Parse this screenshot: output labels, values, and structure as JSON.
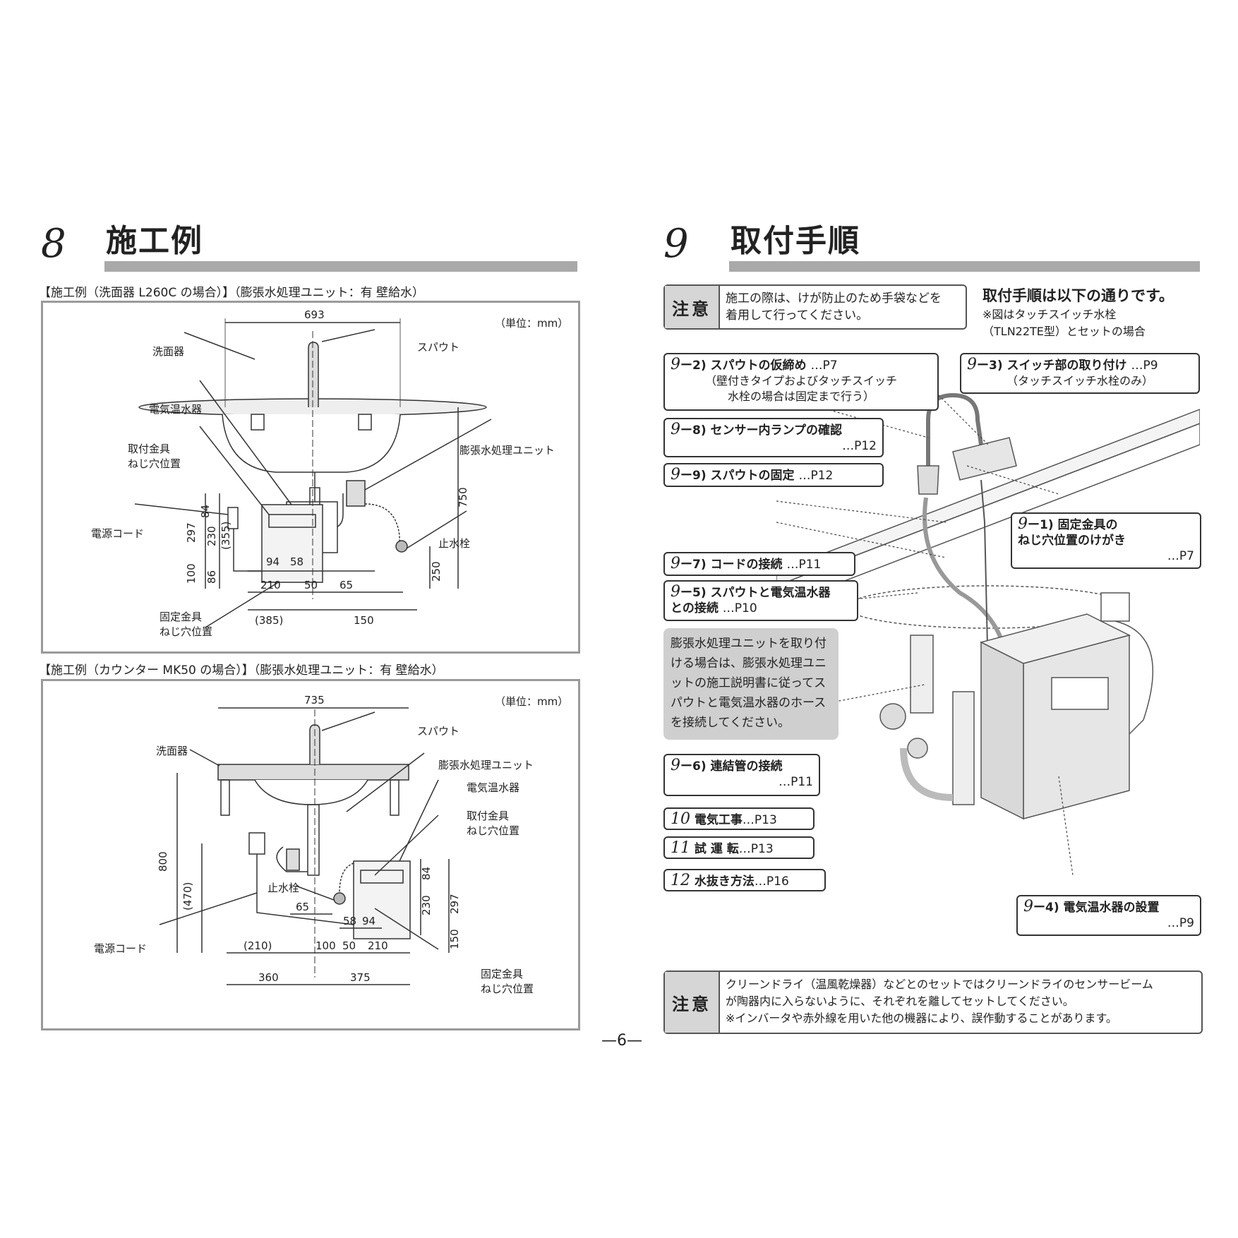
{
  "left": {
    "section_num": "8",
    "section_title": "施工例",
    "example1": {
      "caption": "【施工例（洗面器 L260C の場合）】（膨張水処理ユニット：有 壁給水）",
      "unit": "（単位：mm）",
      "labels": {
        "basin": "洗面器",
        "spout": "スパウト",
        "heater": "電気温水器",
        "bracket": "取付金具\nねじ穴位置",
        "expansion": "膨張水処理ユニット",
        "cord": "電源コード",
        "stopcock": "止水栓",
        "fixing": "固定金具\nねじ穴位置"
      },
      "dims": {
        "w693": "693",
        "d84": "84",
        "d297": "297",
        "d230": "230",
        "d355": "(355)",
        "d100": "100",
        "d86": "86",
        "d94": "94",
        "d58": "58",
        "d750": "750",
        "d250": "250",
        "d210": "210",
        "d50": "50",
        "d65": "65",
        "d385": "(385)",
        "d150": "150"
      }
    },
    "example2": {
      "caption": "【施工例（カウンター MK50 の場合）】（膨張水処理ユニット：有 壁給水）",
      "unit": "（単位：mm）",
      "labels": {
        "basin": "洗面器",
        "spout": "スパウト",
        "expansion": "膨張水処理ユニット",
        "heater": "電気温水器",
        "bracket": "取付金具\nねじ穴位置",
        "stopcock": "止水栓",
        "cord": "電源コード",
        "fixing": "固定金具\nねじ穴位置"
      },
      "dims": {
        "w735": "735",
        "d800": "800",
        "d470": "(470)",
        "d84": "84",
        "d297": "297",
        "d230": "230",
        "d65": "65",
        "d58": "58",
        "d94": "94",
        "d150": "150",
        "d210a": "(210)",
        "d100": "100",
        "d50": "50",
        "d210b": "210",
        "d360": "360",
        "d375": "375"
      }
    }
  },
  "right": {
    "section_num": "9",
    "section_title": "取付手順",
    "caution_top": {
      "tag": "注意",
      "text": "施工の際は、けが防止のため手袋などを\n着用して行ってください。"
    },
    "intro": "取付手順は以下の通りです。",
    "intro_note": "※図はタッチスイッチ水栓\n（TLN22TE型）とセットの場合",
    "steps": {
      "s2": {
        "num": "9",
        "sub": "ー2)",
        "title": "スパウトの仮締め",
        "page": "…P7",
        "note": "（壁付きタイプおよびタッチスイッチ\n水栓の場合は固定まで行う）"
      },
      "s3": {
        "num": "9",
        "sub": "ー3)",
        "title": "スイッチ部の取り付け",
        "page": "…P9",
        "note": "（タッチスイッチ水栓のみ）"
      },
      "s8": {
        "num": "9",
        "sub": "ー8)",
        "title": "センサー内ランプの確認",
        "page": "…P12"
      },
      "s9": {
        "num": "9",
        "sub": "ー9)",
        "title": "スパウトの固定",
        "page": "…P12"
      },
      "s1": {
        "num": "9",
        "sub": "ー1)",
        "title": "固定金具の\nねじ穴位置のけがき",
        "page": "…P7"
      },
      "s7": {
        "num": "9",
        "sub": "ー7)",
        "title": "コードの接続",
        "page": "…P11"
      },
      "s5": {
        "num": "9",
        "sub": "ー5)",
        "title": "スパウトと電気温水器\nとの接続",
        "page": "…P10"
      },
      "s6": {
        "num": "9",
        "sub": "ー6)",
        "title": "連結管の接続",
        "page": "…P11"
      },
      "s10": {
        "num": "10",
        "title": "電気工事",
        "page": "…P13"
      },
      "s11": {
        "num": "11",
        "title": "試 運 転",
        "page": "…P13"
      },
      "s12": {
        "num": "12",
        "title": "水抜き方法",
        "page": "…P16"
      },
      "s4": {
        "num": "9",
        "sub": "ー4)",
        "title": "電気温水器の設置",
        "page": "…P9"
      }
    },
    "gray_note": "膨張水処理ユニットを取り付ける場合は、膨張水処理ユニットの施工説明書に従ってスパウトと電気温水器のホースを接続してください。",
    "caution_bottom": {
      "tag": "注意",
      "text": "クリーンドライ（温風乾燥器）などとのセットではクリーンドライのセンサービーム\nが陶器内に入らないように、それぞれを離してセットしてください。\n※インバータや赤外線を用いた他の機器により、誤作動することがあります。"
    }
  },
  "page_number": "—6—"
}
